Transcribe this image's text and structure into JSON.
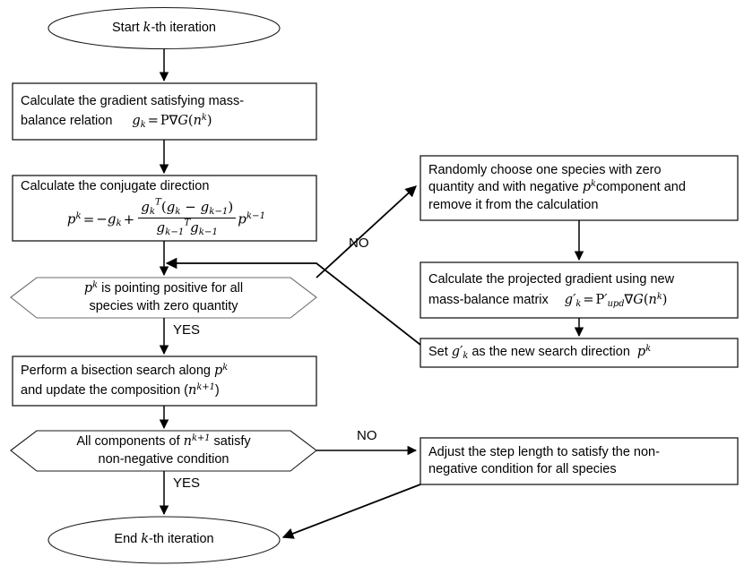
{
  "diagram": {
    "title": "Conjugate gradient Gibbs energy minimization iteration flowchart",
    "stroke_color": "#000000",
    "text_color": "#000000",
    "background_color": "#ffffff",
    "box_border_color": "#1a1a1a"
  },
  "nodes": {
    "start": {
      "shape": "ellipse",
      "label_pre": "Start ",
      "label_math": "k",
      "label_post": "-th iteration"
    },
    "gradient": {
      "shape": "process",
      "line1": "Calculate the gradient satisfying mass-",
      "line2_pre": "balance relation",
      "formula": "g_k = P ∇G(n^k)"
    },
    "conjugate": {
      "shape": "process",
      "line1": "Calculate the conjugate direction",
      "formula": "p^k = -g_k + [ g_k^T (g_k - g_{k-1}) / g_{k-1}^T g_{k-1} ] p^{k-1}"
    },
    "decision_positive": {
      "shape": "hexagon",
      "line1_pre": "",
      "line1_math": "p^k",
      "line1_post": " is pointing positive for all",
      "line2": "species with zero quantity"
    },
    "bisection": {
      "shape": "process",
      "line1_pre": "Perform a bisection search along ",
      "line1_math": "p^k",
      "line2_pre": "and update the composition (",
      "line2_math": "n^{k+1}",
      "line2_post": ")"
    },
    "decision_nonneg": {
      "shape": "hexagon",
      "line1_pre": "All components of ",
      "line1_math": "n^{k+1}",
      "line1_post": " satisfy",
      "line2": "non-negative condition"
    },
    "end": {
      "shape": "ellipse",
      "label_pre": "End ",
      "label_math": "k",
      "label_post": "-th iteration"
    },
    "random_choose": {
      "shape": "process",
      "line1": "Randomly choose one species with zero",
      "line2_pre": "quantity and with negative ",
      "line2_math": "p^k",
      "line2_post": "component and",
      "line3": "remove it from the calculation"
    },
    "projected_gradient": {
      "shape": "process",
      "line1": "Calculate the projected gradient using new",
      "line2_pre": "mass-balance matrix",
      "formula": "g'_k = P'_upd ∇G(n^k)"
    },
    "set_direction": {
      "shape": "process",
      "line1_pre": "Set ",
      "line1_math": "g'_k",
      "line1_mid": " as the new search direction ",
      "line1_math2": "p^k"
    },
    "adjust_step": {
      "shape": "process",
      "line1": "Adjust the step length to satisfy the non-",
      "line2": "negative condition for all species"
    }
  },
  "edge_labels": {
    "no_upper": "NO",
    "yes_upper": "YES",
    "no_lower": "NO",
    "yes_lower": "YES"
  }
}
